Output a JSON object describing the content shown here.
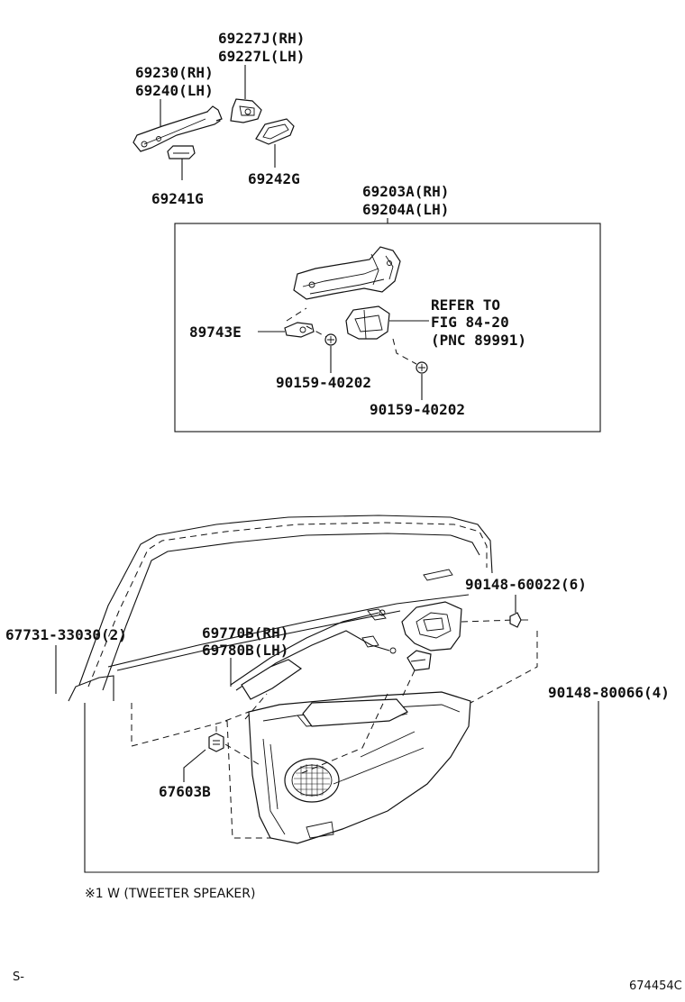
{
  "parts": {
    "p69227": {
      "rh": "69227J(RH)",
      "lh": "69227L(LH)"
    },
    "p69230": {
      "rh": "69230(RH)",
      "lh": "69240(LH)"
    },
    "p69242": "69242G",
    "p69241": "69241G",
    "p69203": {
      "rh": "69203A(RH)",
      "lh": "69204A(LH)"
    },
    "p89743": "89743E",
    "screw_a": "90159-40202",
    "screw_b": "90159-40202",
    "refer": {
      "line1": "REFER TO",
      "line2": "FIG 84-20",
      "line3": "(PNC 89991)"
    },
    "p90148_6": "90148-60022(6)",
    "p67731": "67731-33030(2)",
    "p69770": {
      "rh": "69770B(RH)",
      "lh": "69780B(LH)"
    },
    "p90148_4": "90148-80066(4)",
    "p67603": "67603B"
  },
  "footnote": "※1 W (TWEETER  SPEAKER)",
  "corner_left": "S-",
  "corner_right": "674454C"
}
